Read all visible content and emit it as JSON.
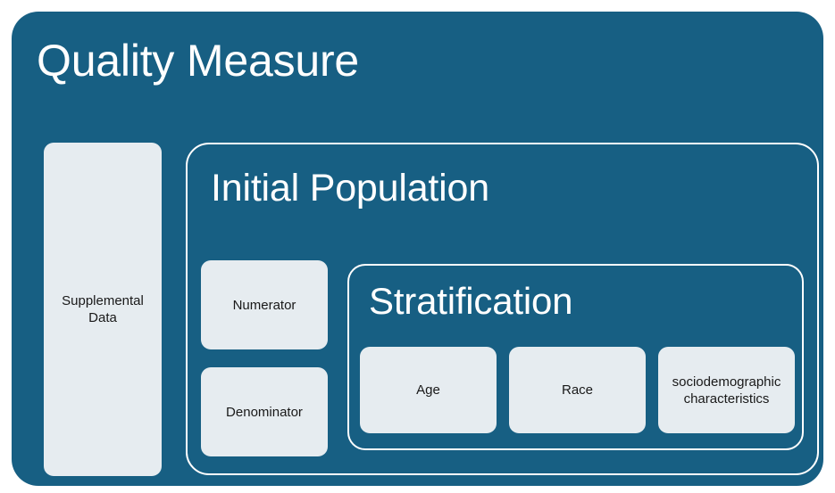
{
  "diagram": {
    "title": "Quality Measure",
    "colors": {
      "container_background": "#175f83",
      "box_background": "#e6ecf0",
      "outline": "#ffffff",
      "title_text": "#ffffff",
      "box_text": "#191919",
      "page_background": "#ffffff"
    },
    "supplemental_data": {
      "label": "Supplemental\nData",
      "label_line1": "Supplemental",
      "label_line2": "Data"
    },
    "initial_population": {
      "title": "Initial Population",
      "components": [
        {
          "label": "Numerator"
        },
        {
          "label": "Denominator"
        }
      ],
      "stratification": {
        "title": "Stratification",
        "categories": [
          {
            "label": "Age"
          },
          {
            "label": "Race"
          },
          {
            "label": "sociodemographic characteristics",
            "line1": "sociodemographic",
            "line2": "characteristics"
          }
        ]
      }
    }
  }
}
